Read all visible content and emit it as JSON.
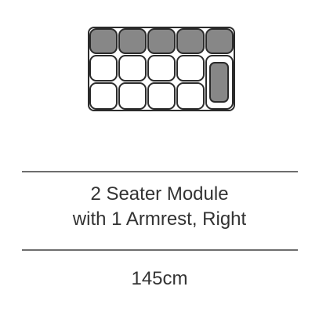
{
  "product": {
    "name_line1": "2 Seater Module",
    "name_line2": "with 1 Armrest, Right",
    "size": "145cm"
  },
  "diagram": {
    "icon": "sofa-module-top-view-icon",
    "back_cushions": 5,
    "seat_rows": 2,
    "seat_columns": 4,
    "armrest_side": "right",
    "colors": {
      "highlight": "#878787",
      "outline": "#2b2b2b",
      "base": "#ffffff",
      "rule": "#6e6e6e",
      "text": "#333333"
    }
  }
}
